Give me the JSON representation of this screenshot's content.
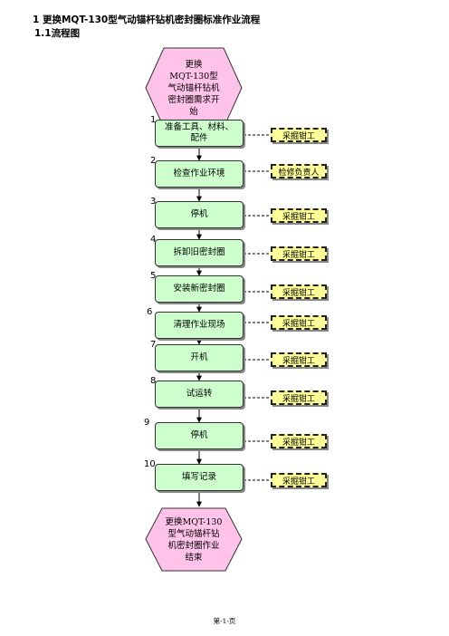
{
  "headings": {
    "h1": "1 更换MQT-130型气动锚杆钻机密封圈标准作业流程",
    "h2": "1.1流程图"
  },
  "start": "更换\nMQT-130型\n气动锚杆钻机\n密封圈需求开\n始",
  "end": "更换MQT-130\n型气动锚杆钻\n机密封圈作业\n结束",
  "steps": [
    {
      "num": "1",
      "label": "准备工具、材料、\n配件",
      "role": "采掘钳工"
    },
    {
      "num": "2",
      "label": "检查作业环境",
      "role": "检修负责人"
    },
    {
      "num": "3",
      "label": "停机",
      "role": "采掘钳工"
    },
    {
      "num": "4",
      "label": "拆卸旧密封圈",
      "role": "采掘钳工"
    },
    {
      "num": "5",
      "label": "安装新密封圈",
      "role": "采掘钳工"
    },
    {
      "num": "6",
      "label": "清理作业现场",
      "role": "采掘钳工"
    },
    {
      "num": "7",
      "label": "开机",
      "role": "采掘钳工"
    },
    {
      "num": "8",
      "label": "试运转",
      "role": "采掘钳工"
    },
    {
      "num": "9",
      "label": "停机",
      "role": "采掘钳工"
    },
    {
      "num": "10",
      "label": "填写记录",
      "role": "采掘钳工"
    }
  ],
  "footer": "第-1-页",
  "colors": {
    "terminal_fill": "#ffc2e8",
    "step_fill": "#ccffcc",
    "role_fill": "#ffff99"
  }
}
